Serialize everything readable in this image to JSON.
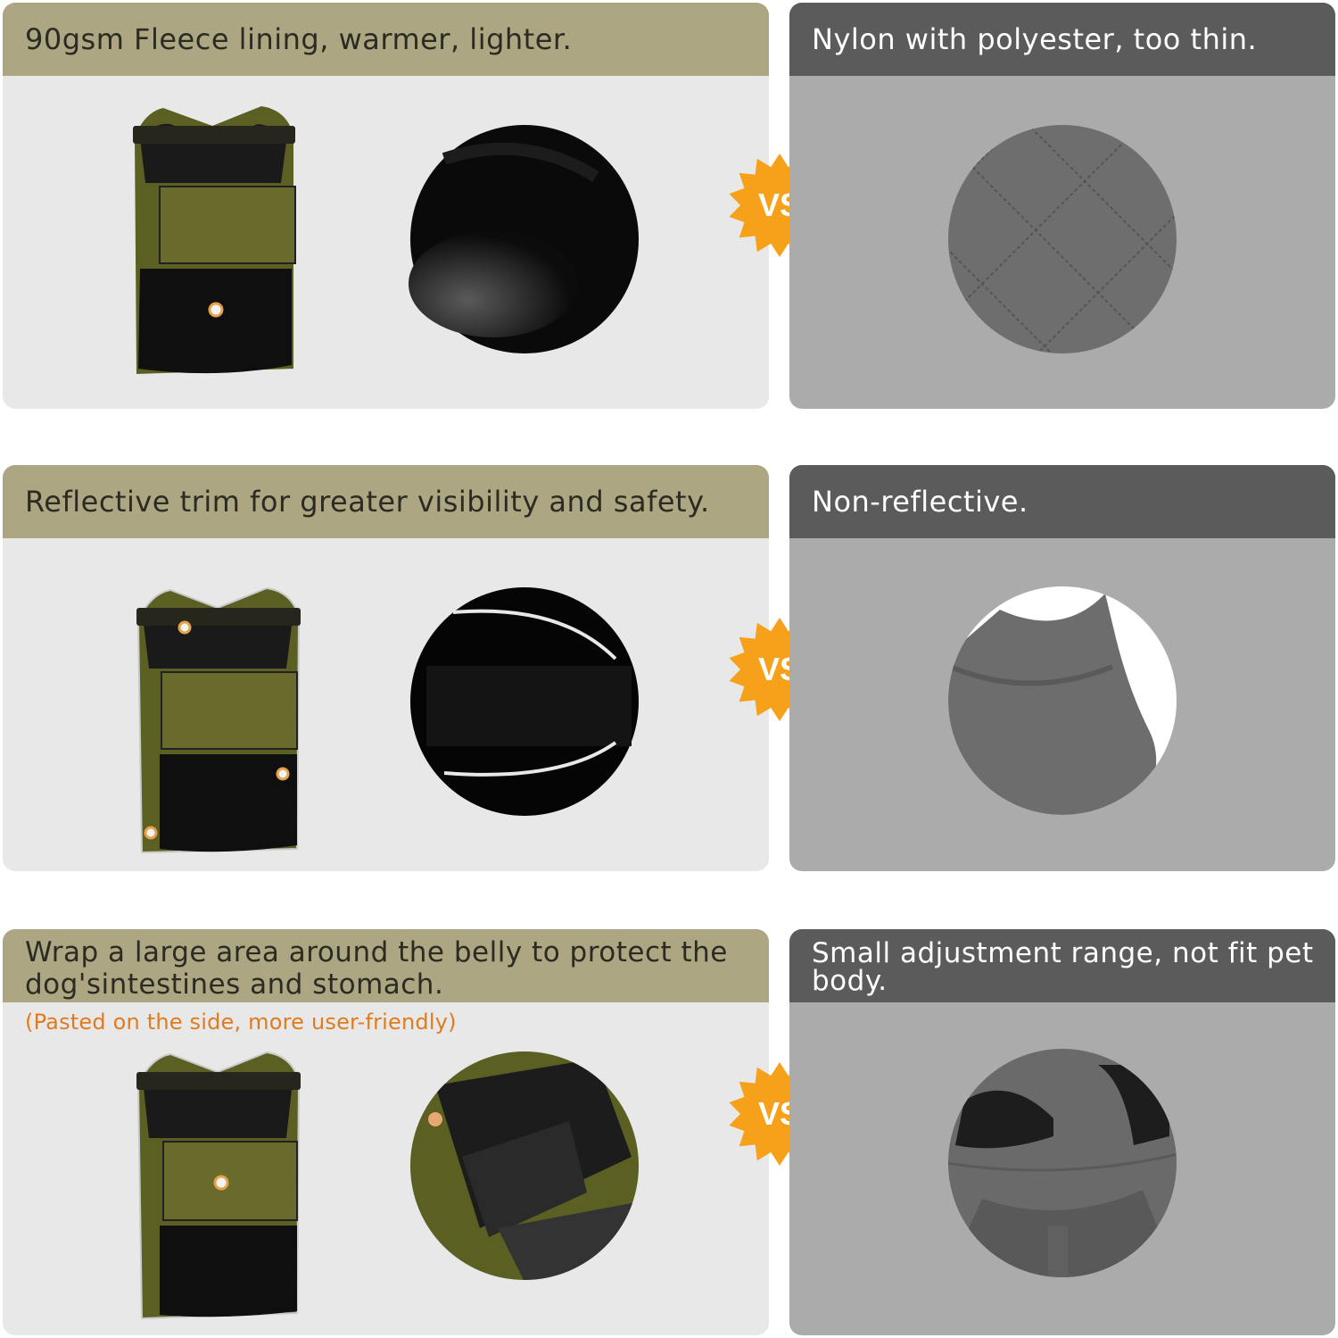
{
  "rows": [
    {
      "ours": {
        "text": "90gsm Fleece lining, warmer, lighter."
      },
      "vs": "VS",
      "theirs": {
        "text": "Nylon with polyester, too thin."
      }
    },
    {
      "ours": {
        "text": "Reflective trim for greater visibility and safety."
      },
      "vs": "VS",
      "theirs": {
        "text": "Non-reflective."
      }
    },
    {
      "ours": {
        "text": "Wrap a large area around the belly to protect the dog'sintestines and stomach.",
        "note": "(Pasted on the side, more user-friendly)"
      },
      "vs": "VS",
      "theirs": {
        "text": "Small adjustment range, not fit pet body."
      }
    }
  ],
  "colors": {
    "ours_header": "#aca683",
    "ours_panel": "#e8e8e8",
    "theirs_header": "#5b5b5b",
    "theirs_panel": "#ababab",
    "vs_badge": "#f7a11b",
    "note_text": "#e07b1f",
    "coat_green": "#5c5f22"
  }
}
